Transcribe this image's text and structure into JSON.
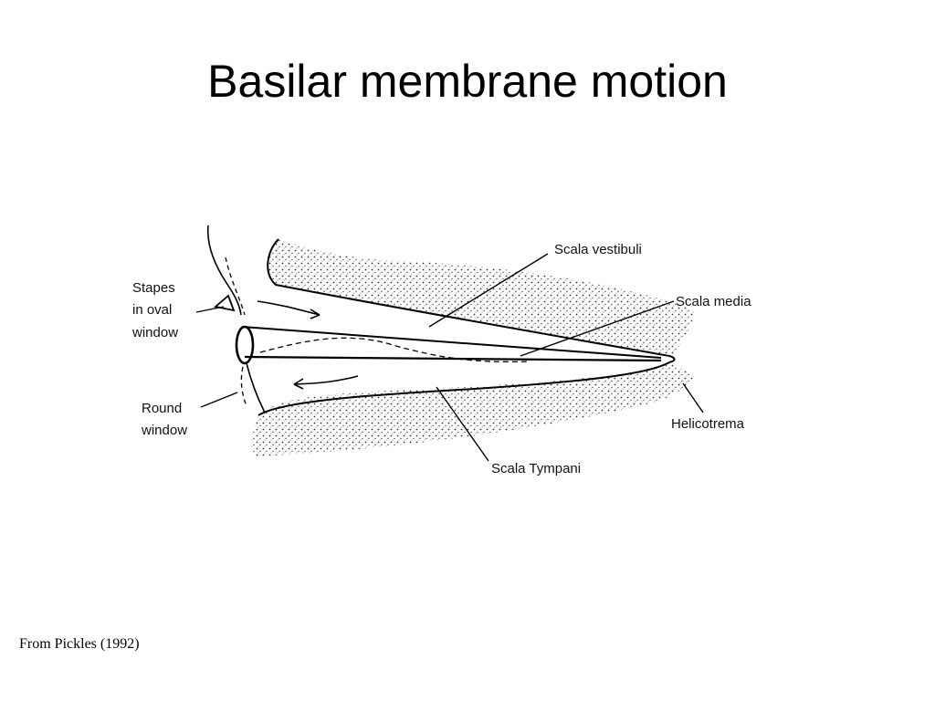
{
  "slide": {
    "title": "Basilar membrane motion",
    "citation": "From Pickles (1992)"
  },
  "diagram": {
    "labels": {
      "stapes_line1": "Stapes",
      "stapes_line2": "in oval",
      "stapes_line3": "window",
      "round_line1": "Round",
      "round_line2": "window",
      "scala_vestibuli": "Scala  vestibuli",
      "scala_media": "Scala  media",
      "helicotrema": "Helicotrema",
      "scala_tympani": "Scala  Tympani"
    }
  }
}
